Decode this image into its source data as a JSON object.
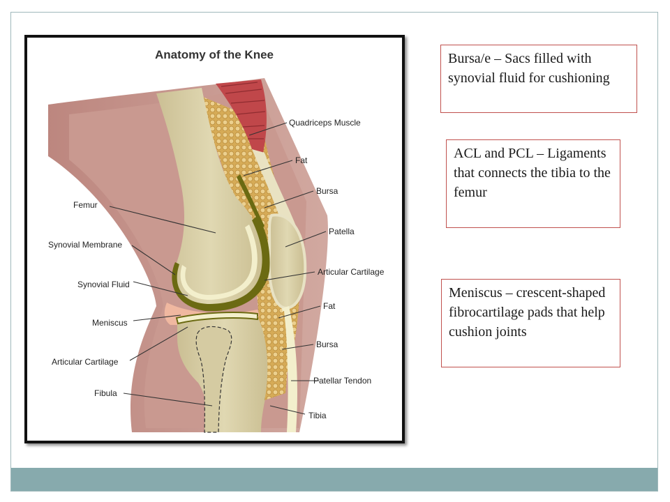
{
  "figure": {
    "title": "Anatomy of the Knee",
    "labels": {
      "quadriceps_muscle": "Quadriceps Muscle",
      "fat_upper": "Fat",
      "bursa_upper": "Bursa",
      "patella": "Patella",
      "articular_cartilage_right": "Articular Cartilage",
      "fat_lower": "Fat",
      "bursa_lower": "Bursa",
      "patellar_tendon": "Patellar Tendon",
      "tibia": "Tibia",
      "femur": "Femur",
      "synovial_membrane": "Synovial Membrane",
      "synovial_fluid": "Synovial Fluid",
      "meniscus": "Meniscus",
      "articular_cartilage_left": "Articular Cartilage",
      "fibula": "Fibula"
    }
  },
  "notes": [
    {
      "text": "Bursa/e – Sacs filled with synovial fluid for cushioning"
    },
    {
      "text": "ACL and PCL – Ligaments that connects the tibia to the femur"
    },
    {
      "text": "Meniscus – crescent-shaped fibrocartilage pads that help cushion joints"
    }
  ],
  "colors": {
    "skin": "#c4938a",
    "bone": "#d8cfa8",
    "cartilage": "#f3efcc",
    "fat": "#d9b15e",
    "muscle": "#c0474a",
    "membrane": "#6b6a12",
    "footer": "#87aaad",
    "note_border": "#c0504d"
  }
}
